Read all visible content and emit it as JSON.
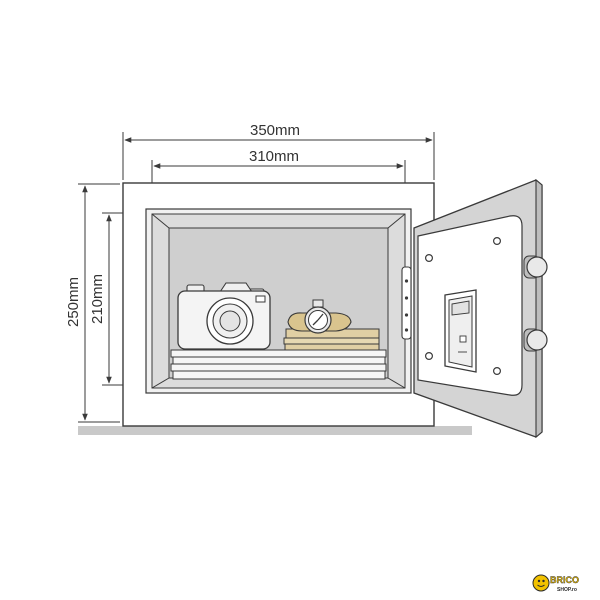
{
  "dimensions": {
    "outer_width": "350mm",
    "inner_width": "310mm",
    "outer_height": "250mm",
    "inner_height": "210mm"
  },
  "watermark": {
    "brand": "BRICO",
    "domain": "SHOP.ro"
  },
  "colors": {
    "line": "#3a3a3a",
    "body": "#ffffff",
    "interior": "#dcdcdc",
    "door_panel": "#d4d4d4",
    "floor": "#c9c9c9",
    "book": "#e0cfa4",
    "watch_band": "#d9c48e",
    "watermark_accent": "#f2c200"
  }
}
